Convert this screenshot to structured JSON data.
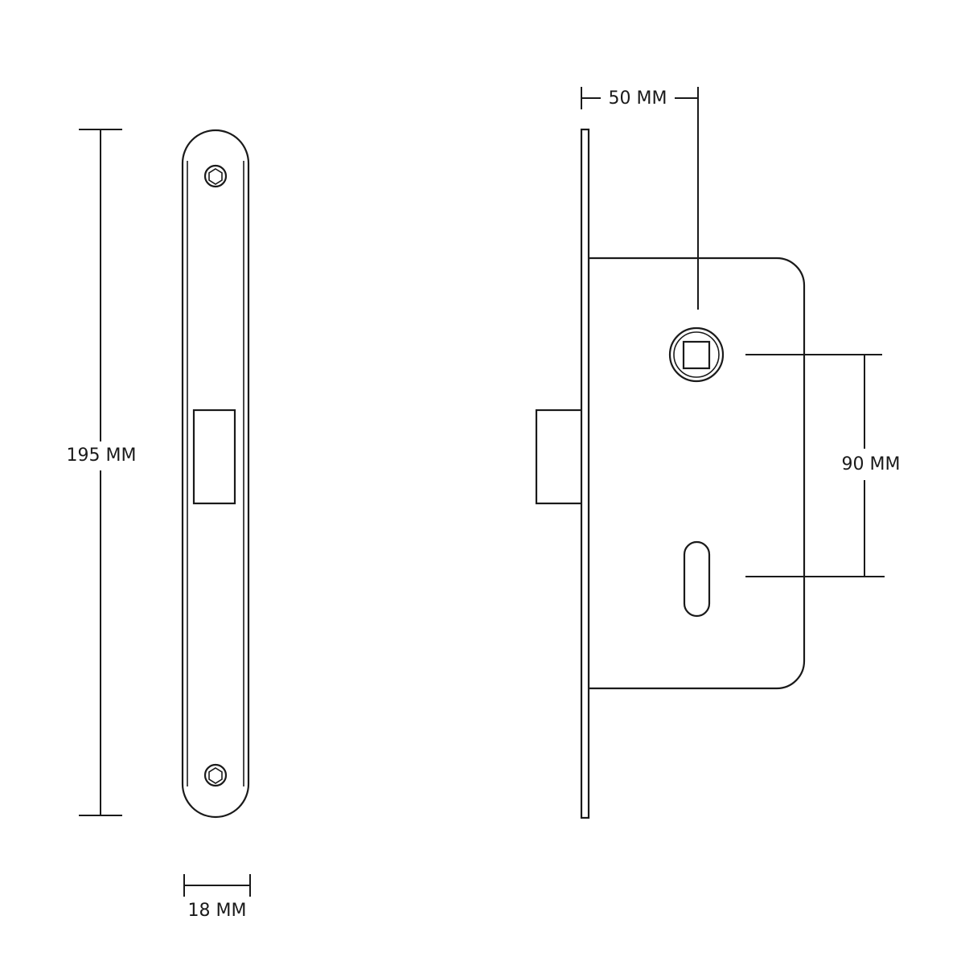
{
  "dimensions": {
    "height_label": "195 MM",
    "width_label": "18 MM",
    "backset_label": "50 MM",
    "center_distance_label": "90 MM"
  }
}
